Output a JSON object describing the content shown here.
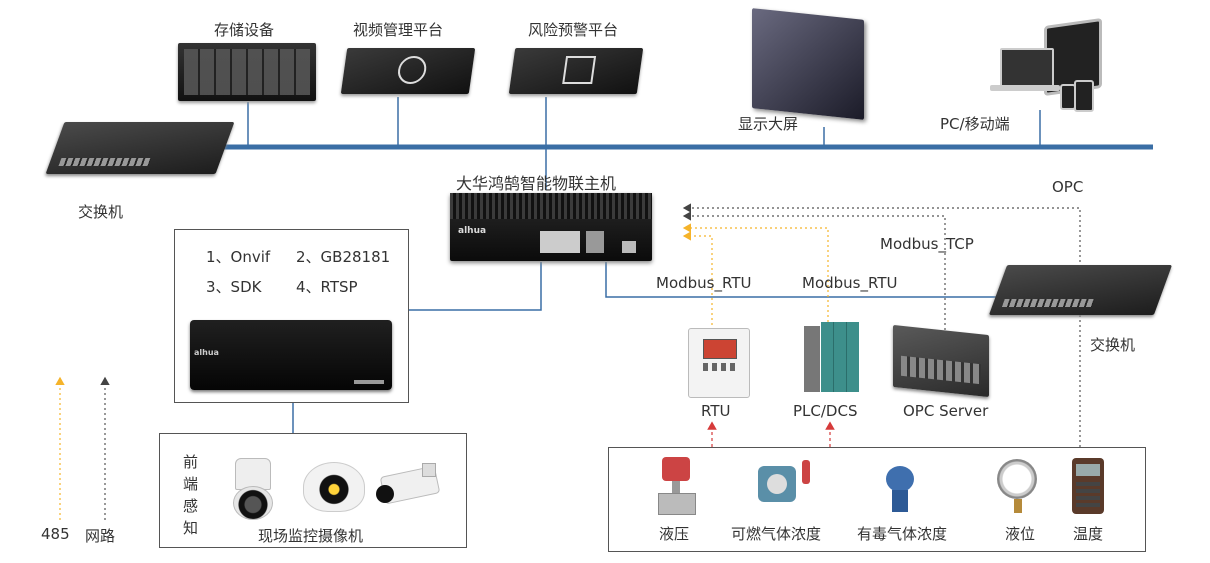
{
  "top_devices": {
    "storage": "存储设备",
    "video_platform": "视频管理平台",
    "risk_platform": "风险预警平台",
    "big_screen": "显示大屏",
    "pc_mobile": "PC/移动端"
  },
  "switch_left": "交换机",
  "switch_right": "交换机",
  "host_title": "大华鸿鹄智能物联主机",
  "host_logo": "alhua",
  "protocols": {
    "p1": "1、Onvif",
    "p2": "2、GB28181",
    "p3": "3、SDK",
    "p4": "4、RTSP"
  },
  "nvr_logo": "alhua",
  "front_sense": [
    "前",
    "端",
    "感",
    "知"
  ],
  "cameras_label": "现场监控摄像机",
  "legend": {
    "rs485": "485",
    "network": "网路"
  },
  "links": {
    "opc": "OPC",
    "modbus_tcp": "Modbus_TCP",
    "modbus_rtu_1": "Modbus_RTU",
    "modbus_rtu_2": "Modbus_RTU"
  },
  "field_devices": {
    "rtu": "RTU",
    "plc": "PLC/DCS",
    "opc_server": "OPC Server"
  },
  "sensors": {
    "hydraulic": "液压",
    "combustible": "可燃气体浓度",
    "toxic": "有毒气体浓度",
    "level": "液位",
    "temperature": "温度"
  },
  "colors": {
    "bus": "#3a6ea5",
    "rs485": "#f5b32a",
    "network": "#555555",
    "red": "#d63a3a"
  }
}
